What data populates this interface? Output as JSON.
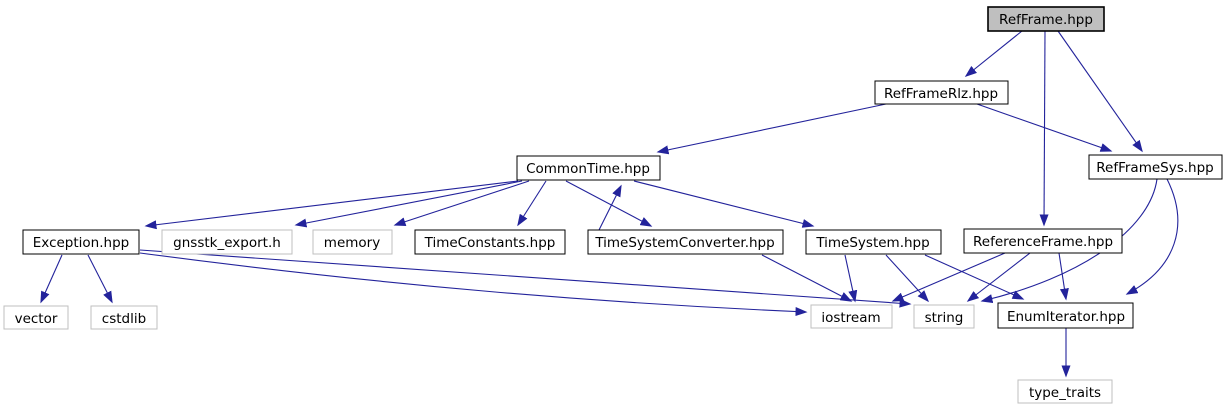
{
  "graph": {
    "title": "Include dependency graph for RefFrame.hpp",
    "type": "include-dependency-graph",
    "edge_color": "#23239b",
    "root_fill": "#bfbfbf",
    "external_border": "#bfbfbf",
    "internal_border": "#000000",
    "nodes": [
      {
        "id": "RefFrame",
        "label": "RefFrame.hpp",
        "kind": "root"
      },
      {
        "id": "RefFrameRlz",
        "label": "RefFrameRlz.hpp",
        "kind": "internal"
      },
      {
        "id": "RefFrameSys",
        "label": "RefFrameSys.hpp",
        "kind": "internal"
      },
      {
        "id": "CommonTime",
        "label": "CommonTime.hpp",
        "kind": "internal"
      },
      {
        "id": "Exception",
        "label": "Exception.hpp",
        "kind": "internal"
      },
      {
        "id": "gnsstk_export",
        "label": "gnsstk_export.h",
        "kind": "external"
      },
      {
        "id": "memory",
        "label": "memory",
        "kind": "external"
      },
      {
        "id": "TimeConstants",
        "label": "TimeConstants.hpp",
        "kind": "internal"
      },
      {
        "id": "TimeSystemConverter",
        "label": "TimeSystemConverter.hpp",
        "kind": "internal"
      },
      {
        "id": "TimeSystem",
        "label": "TimeSystem.hpp",
        "kind": "internal"
      },
      {
        "id": "ReferenceFrame",
        "label": "ReferenceFrame.hpp",
        "kind": "internal"
      },
      {
        "id": "vector",
        "label": "vector",
        "kind": "external"
      },
      {
        "id": "cstdlib",
        "label": "cstdlib",
        "kind": "external"
      },
      {
        "id": "iostream",
        "label": "iostream",
        "kind": "external"
      },
      {
        "id": "string",
        "label": "string",
        "kind": "external"
      },
      {
        "id": "EnumIterator",
        "label": "EnumIterator.hpp",
        "kind": "internal"
      },
      {
        "id": "type_traits",
        "label": "type_traits",
        "kind": "external"
      }
    ],
    "edges": [
      {
        "from": "RefFrame",
        "to": "RefFrameRlz"
      },
      {
        "from": "RefFrame",
        "to": "ReferenceFrame"
      },
      {
        "from": "RefFrame",
        "to": "RefFrameSys"
      },
      {
        "from": "RefFrameRlz",
        "to": "CommonTime"
      },
      {
        "from": "RefFrameRlz",
        "to": "RefFrameSys"
      },
      {
        "from": "RefFrameSys",
        "to": "string"
      },
      {
        "from": "RefFrameSys",
        "to": "EnumIterator"
      },
      {
        "from": "CommonTime",
        "to": "Exception"
      },
      {
        "from": "CommonTime",
        "to": "gnsstk_export"
      },
      {
        "from": "CommonTime",
        "to": "memory"
      },
      {
        "from": "CommonTime",
        "to": "TimeConstants"
      },
      {
        "from": "CommonTime",
        "to": "TimeSystemConverter"
      },
      {
        "from": "TimeSystemConverter",
        "to": "CommonTime"
      },
      {
        "from": "TimeSystemConverter",
        "to": "iostream"
      },
      {
        "from": "CommonTime",
        "to": "TimeSystem"
      },
      {
        "from": "Exception",
        "to": "vector"
      },
      {
        "from": "Exception",
        "to": "cstdlib"
      },
      {
        "from": "Exception",
        "to": "iostream"
      },
      {
        "from": "Exception",
        "to": "string"
      },
      {
        "from": "TimeSystem",
        "to": "iostream"
      },
      {
        "from": "TimeSystem",
        "to": "string"
      },
      {
        "from": "TimeSystem",
        "to": "EnumIterator"
      },
      {
        "from": "ReferenceFrame",
        "to": "iostream"
      },
      {
        "from": "ReferenceFrame",
        "to": "string"
      },
      {
        "from": "ReferenceFrame",
        "to": "EnumIterator"
      },
      {
        "from": "EnumIterator",
        "to": "type_traits"
      }
    ]
  }
}
